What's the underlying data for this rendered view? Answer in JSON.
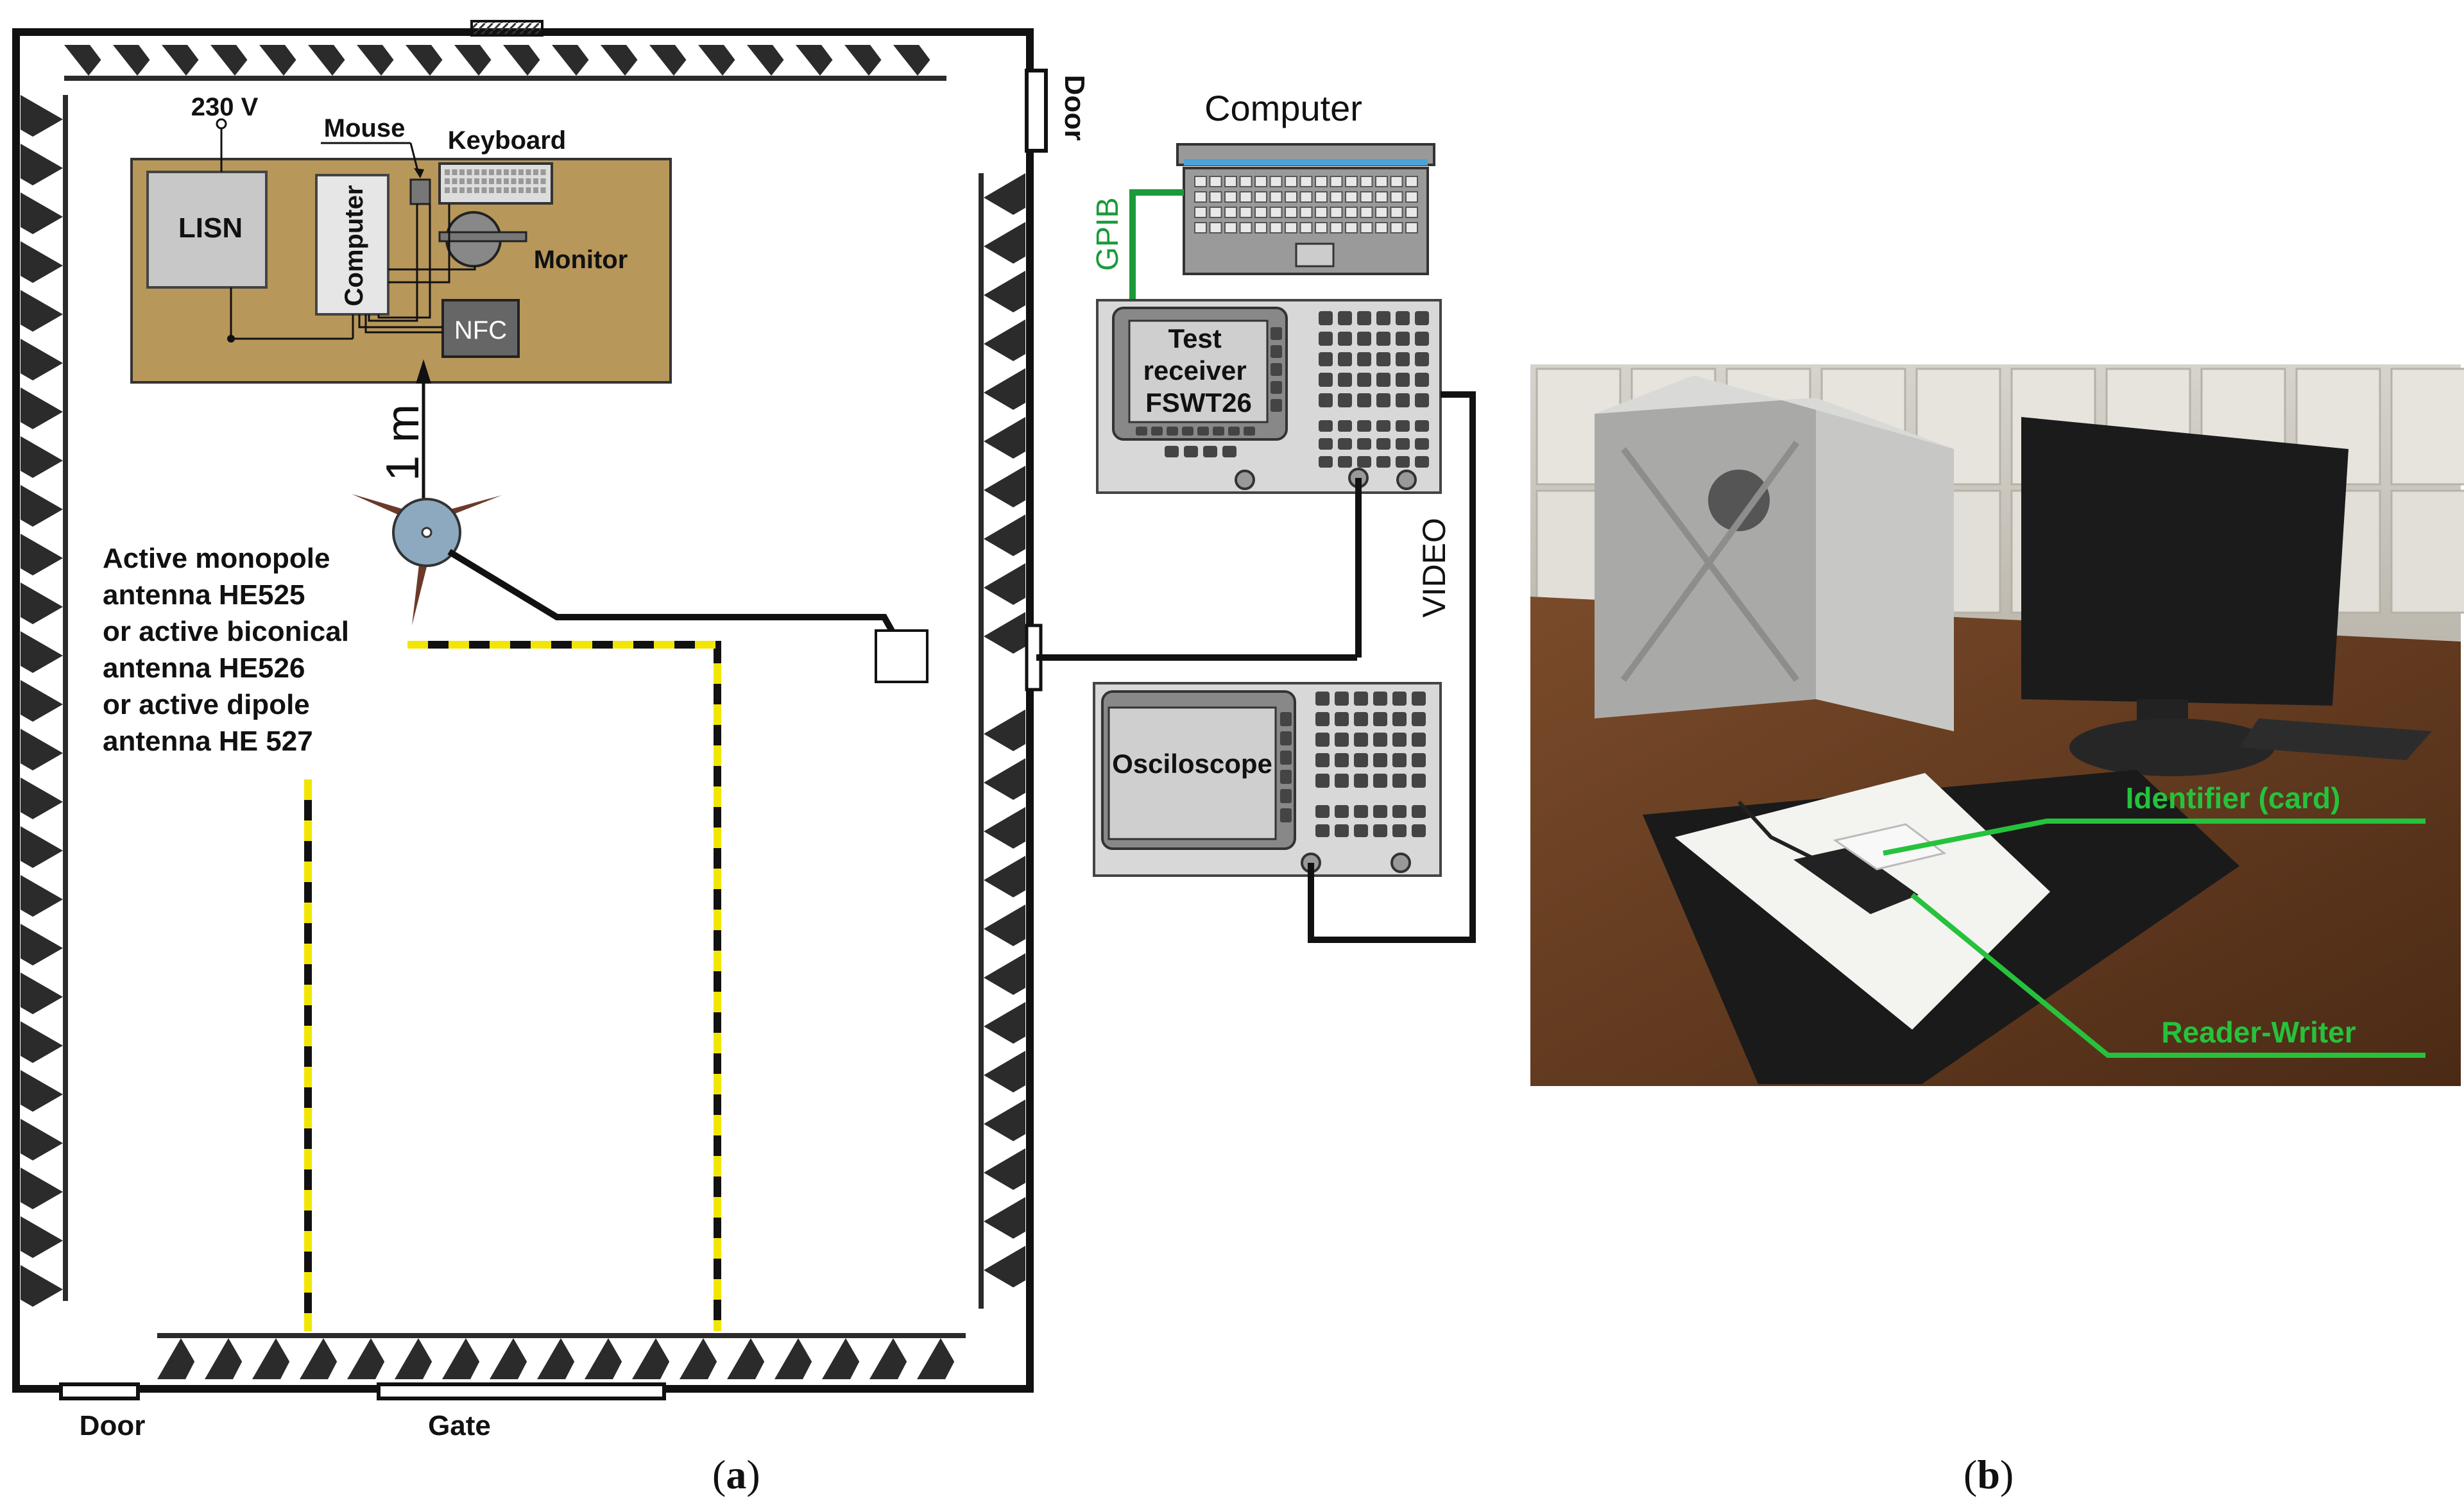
{
  "panel_a": {
    "caption": "(a)",
    "power": "230 V",
    "mouse": "Mouse",
    "keyboard": "Keyboard",
    "lisn": "LISN",
    "computer_table": "Computer",
    "monitor": "Monitor",
    "nfc": "NFC",
    "distance": "1 m",
    "antenna_text": [
      "Active monopole",
      "antenna HE525",
      "or active biconical",
      "antenna HE526",
      "or active dipole",
      "antenna HE 527"
    ],
    "door_right": "Door",
    "door_bottom": "Door",
    "gate": "Gate",
    "computer_outside": "Computer",
    "gpib": "GPIB",
    "receiver_lines": [
      "Test",
      "receiver",
      "FSWT26"
    ],
    "oscilloscope": "Osciloscope",
    "video": "VIDEO"
  },
  "panel_b": {
    "caption": "(b)",
    "identifier_label": "Identifier (card)",
    "reader_label": "Reader-Writer"
  },
  "colors": {
    "table": "#b8975a",
    "absorber": "#2b2b2b",
    "cable": "#1a1a1a",
    "gpib": "#1a9a3a",
    "dash_yellow": "#f2e600",
    "photo_label": "#26c23c"
  }
}
